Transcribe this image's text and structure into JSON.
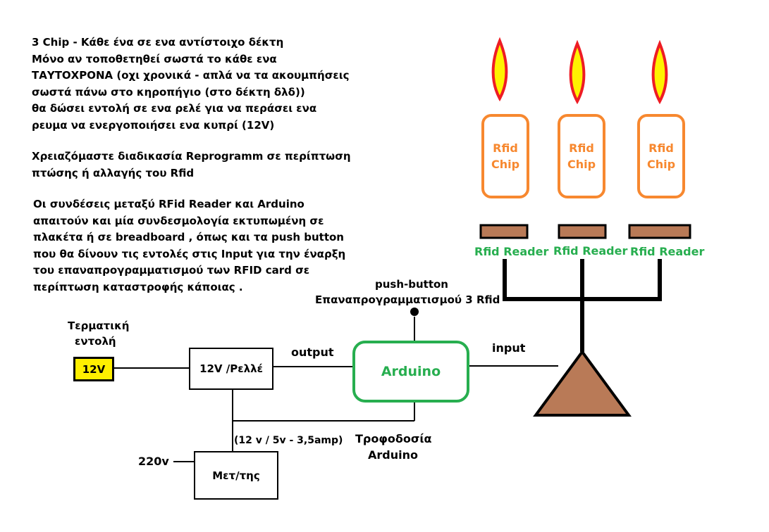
{
  "description": {
    "lines": [
      "3 Chip - Κάθε ένα σε ενα αντίστοιχο δέκτη",
      "Μόνο αν τοποθετηθεί σωστά το κάθε ενα",
      "ΤΑΥΤΟΧΡΟΝΑ (οχι χρονικά - απλά να τα ακουμπήσεις",
      "σωστά πάνω στο κηροπήγιο (στο δέκτη δλδ))",
      "θα δώσει εντολή σε ενα ρελέ για να περάσει ενα",
      "ρευμα να ενεργοποιήσει ενα κυπρί (12V)"
    ],
    "reprogram_lines": [
      "Χρειαζόμαστε διαδικασία Reprogramm σε περίπτωση",
      "πτώσης ή αλλαγής του Rfid"
    ],
    "connections_lines": [
      "Οι συνδέσεις μεταξύ RFid Reader και Arduino",
      "απαιτούν και μία συνδεσμολογία εκτυπωμένη σε",
      "πλακέτα ή σε breadboard , όπως και τα push button",
      "που θα δίνουν τις εντολές στις Input για την έναρξη",
      "του επαναπρογραμματισμού των RFID card σε",
      "περίπτωση καταστροφής κάποιας ."
    ]
  },
  "chips": [
    {
      "line1": "Rfid",
      "line2": "Chip"
    },
    {
      "line1": "Rfid",
      "line2": "Chip"
    },
    {
      "line1": "Rfid",
      "line2": "Chip"
    }
  ],
  "readers": [
    "Rfid Reader",
    "Rfid Reader",
    "Rfid Reader"
  ],
  "push_button": {
    "line1": "push-button",
    "line2": "Επαναπρογραμματισμού 3 Rfid"
  },
  "terminal": {
    "line1": "Τερματική",
    "line2": "εντολή",
    "value": "12V"
  },
  "relay": "12V /Ρελλέ",
  "arduino": "Arduino",
  "output_label": "output",
  "input_label": "input",
  "power_spec": "(12 v / 5v - 3,5amp)",
  "arduino_power": {
    "line1": "Τροφοδοσία",
    "line2": "Arduino"
  },
  "mains": "220v",
  "transformer": "Μετ/της",
  "colors": {
    "orange": "#f7882f",
    "green": "#27ae4f",
    "yellow": "#ffef00",
    "brown": "#b97a57",
    "flame_red": "#ee1c24",
    "flame_yellow": "#fff200"
  }
}
